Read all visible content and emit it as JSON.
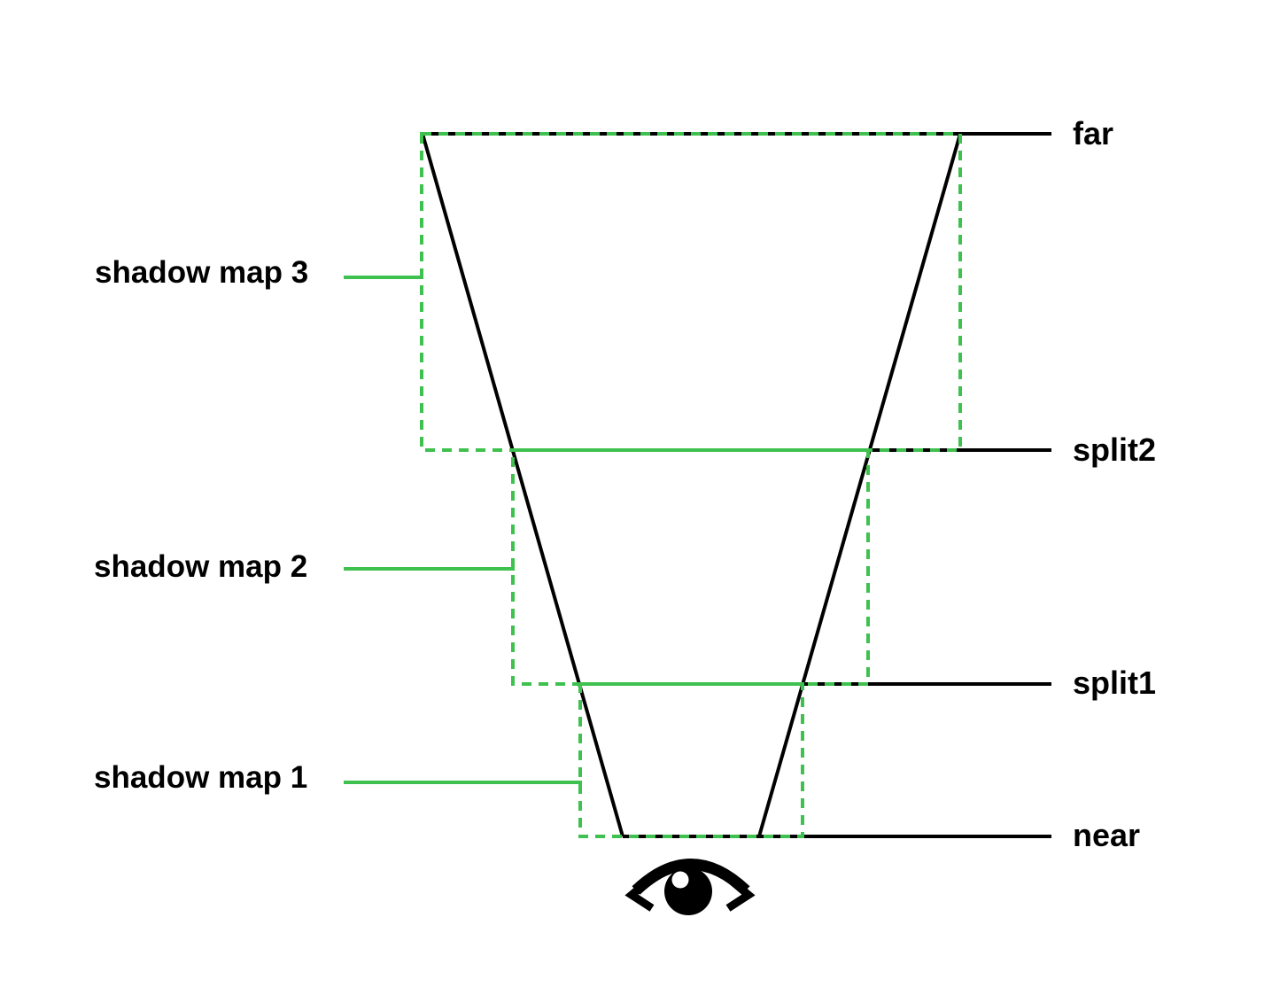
{
  "diagram": {
    "title": "cascaded shadow maps frustum diagram",
    "shadow_map_labels": {
      "map3": "shadow map 3",
      "map2": "shadow map 2",
      "map1": "shadow map 1"
    },
    "level_labels": {
      "far": "far",
      "split2": "split2",
      "split1": "split1",
      "near": "near"
    },
    "colors": {
      "shadow_map_green": "#3ec14e",
      "line_black": "#000000",
      "background": "#ffffff"
    },
    "icons": {
      "eye": "eye-icon"
    }
  }
}
